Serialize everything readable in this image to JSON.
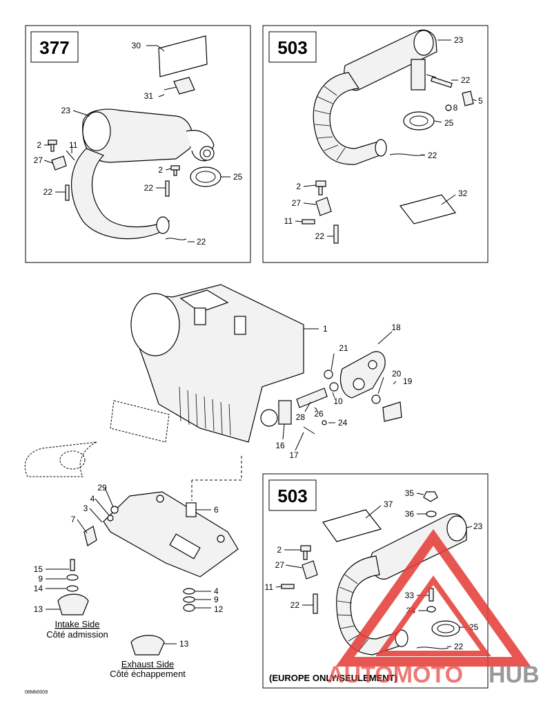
{
  "panels": {
    "top_left": {
      "model": "377"
    },
    "top_right": {
      "model": "503"
    },
    "bottom_right": {
      "model": "503",
      "note": "(EUROPE ONLY/SEULEMENT)"
    }
  },
  "labels": {
    "p377_30": "30",
    "p377_31": "31",
    "p377_23": "23",
    "p377_2a": "2",
    "p377_11": "11",
    "p377_27": "27",
    "p377_2b": "2",
    "p377_25": "25",
    "p377_22a": "22",
    "p377_22b": "22",
    "p377_22c": "22",
    "p503_23": "23",
    "p503_22a": "22",
    "p503_5": "5",
    "p503_8": "8",
    "p503_25": "25",
    "p503_22b": "22",
    "p503_2": "2",
    "p503_32": "32",
    "p503_27": "27",
    "p503_11": "11",
    "p503_22c": "22",
    "m_1": "1",
    "m_18": "18",
    "m_21": "21",
    "m_20": "20",
    "m_19": "19",
    "m_10": "10",
    "m_26": "26",
    "m_28": "28",
    "m_24": "24",
    "m_16": "16",
    "m_17": "17",
    "m_29": "29",
    "m_4a": "4",
    "m_3": "3",
    "m_7": "7",
    "m_6": "6",
    "m_15": "15",
    "m_9a": "9",
    "m_14": "14",
    "m_13a": "13",
    "m_4b": "4",
    "m_9b": "9",
    "m_12": "12",
    "m_13b": "13",
    "e_35": "35",
    "e_37": "37",
    "e_36": "36",
    "e_23": "23",
    "e_2": "2",
    "e_27": "27",
    "e_11": "11",
    "e_33": "33",
    "e_34": "34",
    "e_22a": "22",
    "e_25": "25",
    "e_22b": "22"
  },
  "captions": {
    "intake_en": "Intake Side",
    "intake_fr": "Côté admission",
    "exhaust_en": "Exhaust Side",
    "exhaust_fr": "Côté échappement"
  },
  "watermark": {
    "text_red": "AUTOMOTO",
    "text_gray": "HUB",
    "color_red": "#e53935",
    "color_gray": "#7a7a7a"
  },
  "footer_code": "06Mb0009"
}
